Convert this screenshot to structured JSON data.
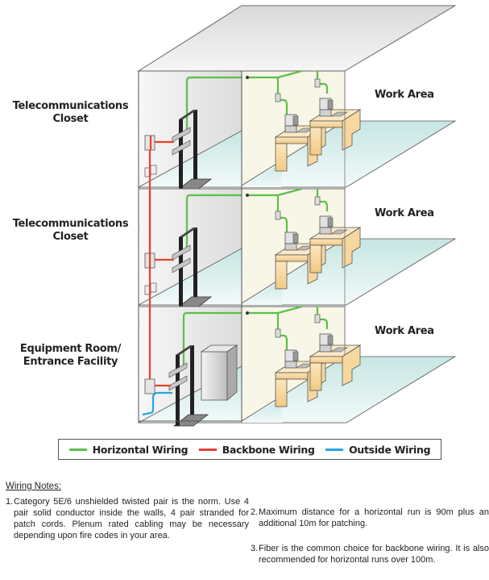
{
  "diagram": {
    "floors": [
      {
        "room_label": "Telecommunications Closet",
        "room_label_lines": [
          "Telecommunications",
          "Closet"
        ],
        "area_label": "Work Area"
      },
      {
        "room_label": "Telecommunications Closet",
        "room_label_lines": [
          "Telecommunications",
          "Closet"
        ],
        "area_label": "Work Area"
      },
      {
        "room_label": "Equipment Room/ Entrance Facility",
        "room_label_lines": [
          "Equipment Room/",
          "Entrance Facility"
        ],
        "area_label": "Work Area"
      }
    ],
    "colors": {
      "horizontal": "#5cbf4a",
      "backbone": "#e8412c",
      "outside": "#27a7e1",
      "floor": "#d3ecea",
      "wall_back": "#f8f6e6",
      "wall_left": "#e6e6e6",
      "desk": "#f7d8a0",
      "roof": "#e6e6e6"
    }
  },
  "legend": {
    "items": [
      {
        "label": "Horizontal Wiring",
        "color": "#5cbf4a"
      },
      {
        "label": "Backbone Wiring",
        "color": "#e8412c"
      },
      {
        "label": "Outside Wiring",
        "color": "#27a7e1"
      }
    ]
  },
  "notes": {
    "title": "Wiring Notes:",
    "items": [
      {
        "number": "1.",
        "text": "Category 5E/6 unshielded twisted pair is the norm. Use 4 pair solid conductor inside the walls, 4 pair stranded for patch cords. Plenum rated cabling may be necessary depending upon fire codes in your area."
      },
      {
        "number": "2.",
        "text": "Maximum distance for a horizontal run is 90m plus an additional 10m for patching."
      },
      {
        "number": "3.",
        "text": "Fiber is the common choice for backbone wiring. It is also recommended for horizontal runs over 100m."
      }
    ]
  }
}
